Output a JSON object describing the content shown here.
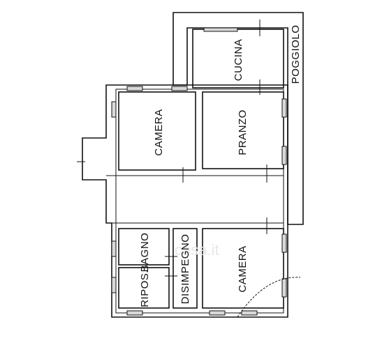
{
  "plan": {
    "rooms": [
      {
        "id": "cucina",
        "label": "CUCINA"
      },
      {
        "id": "poggiolo",
        "label": "POGGIOLO"
      },
      {
        "id": "camera-top",
        "label": "CAMERA"
      },
      {
        "id": "pranzo",
        "label": "PRANZO"
      },
      {
        "id": "bagno",
        "label": "BAGNO"
      },
      {
        "id": "disimpegno",
        "label": "DISIMPEGNO"
      },
      {
        "id": "camera-bottom",
        "label": "CAMERA"
      },
      {
        "id": "ripos",
        "label": "RIPOS."
      }
    ],
    "watermark": "casa.it",
    "colors": {
      "ink": "#111111",
      "paper": "#ffffff",
      "window": "#d9d9d9"
    }
  }
}
